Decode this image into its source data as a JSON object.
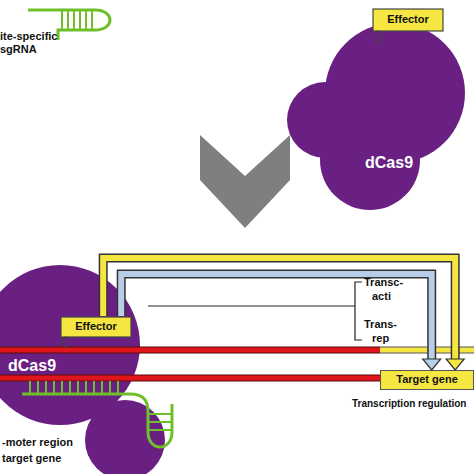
{
  "diagram": {
    "nodes": [
      {
        "text": [
          "ite-specific sgRNA"
        ]
      },
      {
        "text": [
          "dCas9"
        ]
      },
      {
        "text": [
          "Effector"
        ]
      },
      {
        "text": [
          "dCas9"
        ]
      },
      {
        "text": [
          "Effector"
        ]
      },
      {
        "text": [
          "Target gene"
        ]
      }
    ],
    "edges": [
      {
        "from": 4,
        "to": 5,
        "arrow": "to"
      },
      {
        "from": 4,
        "to": 5,
        "arrow": "to"
      }
    ],
    "labels": [
      "Transc-",
      "acti",
      "Trans-",
      "rep",
      "Transcription regulation",
      "-moter region",
      "target gene"
    ]
  }
}
